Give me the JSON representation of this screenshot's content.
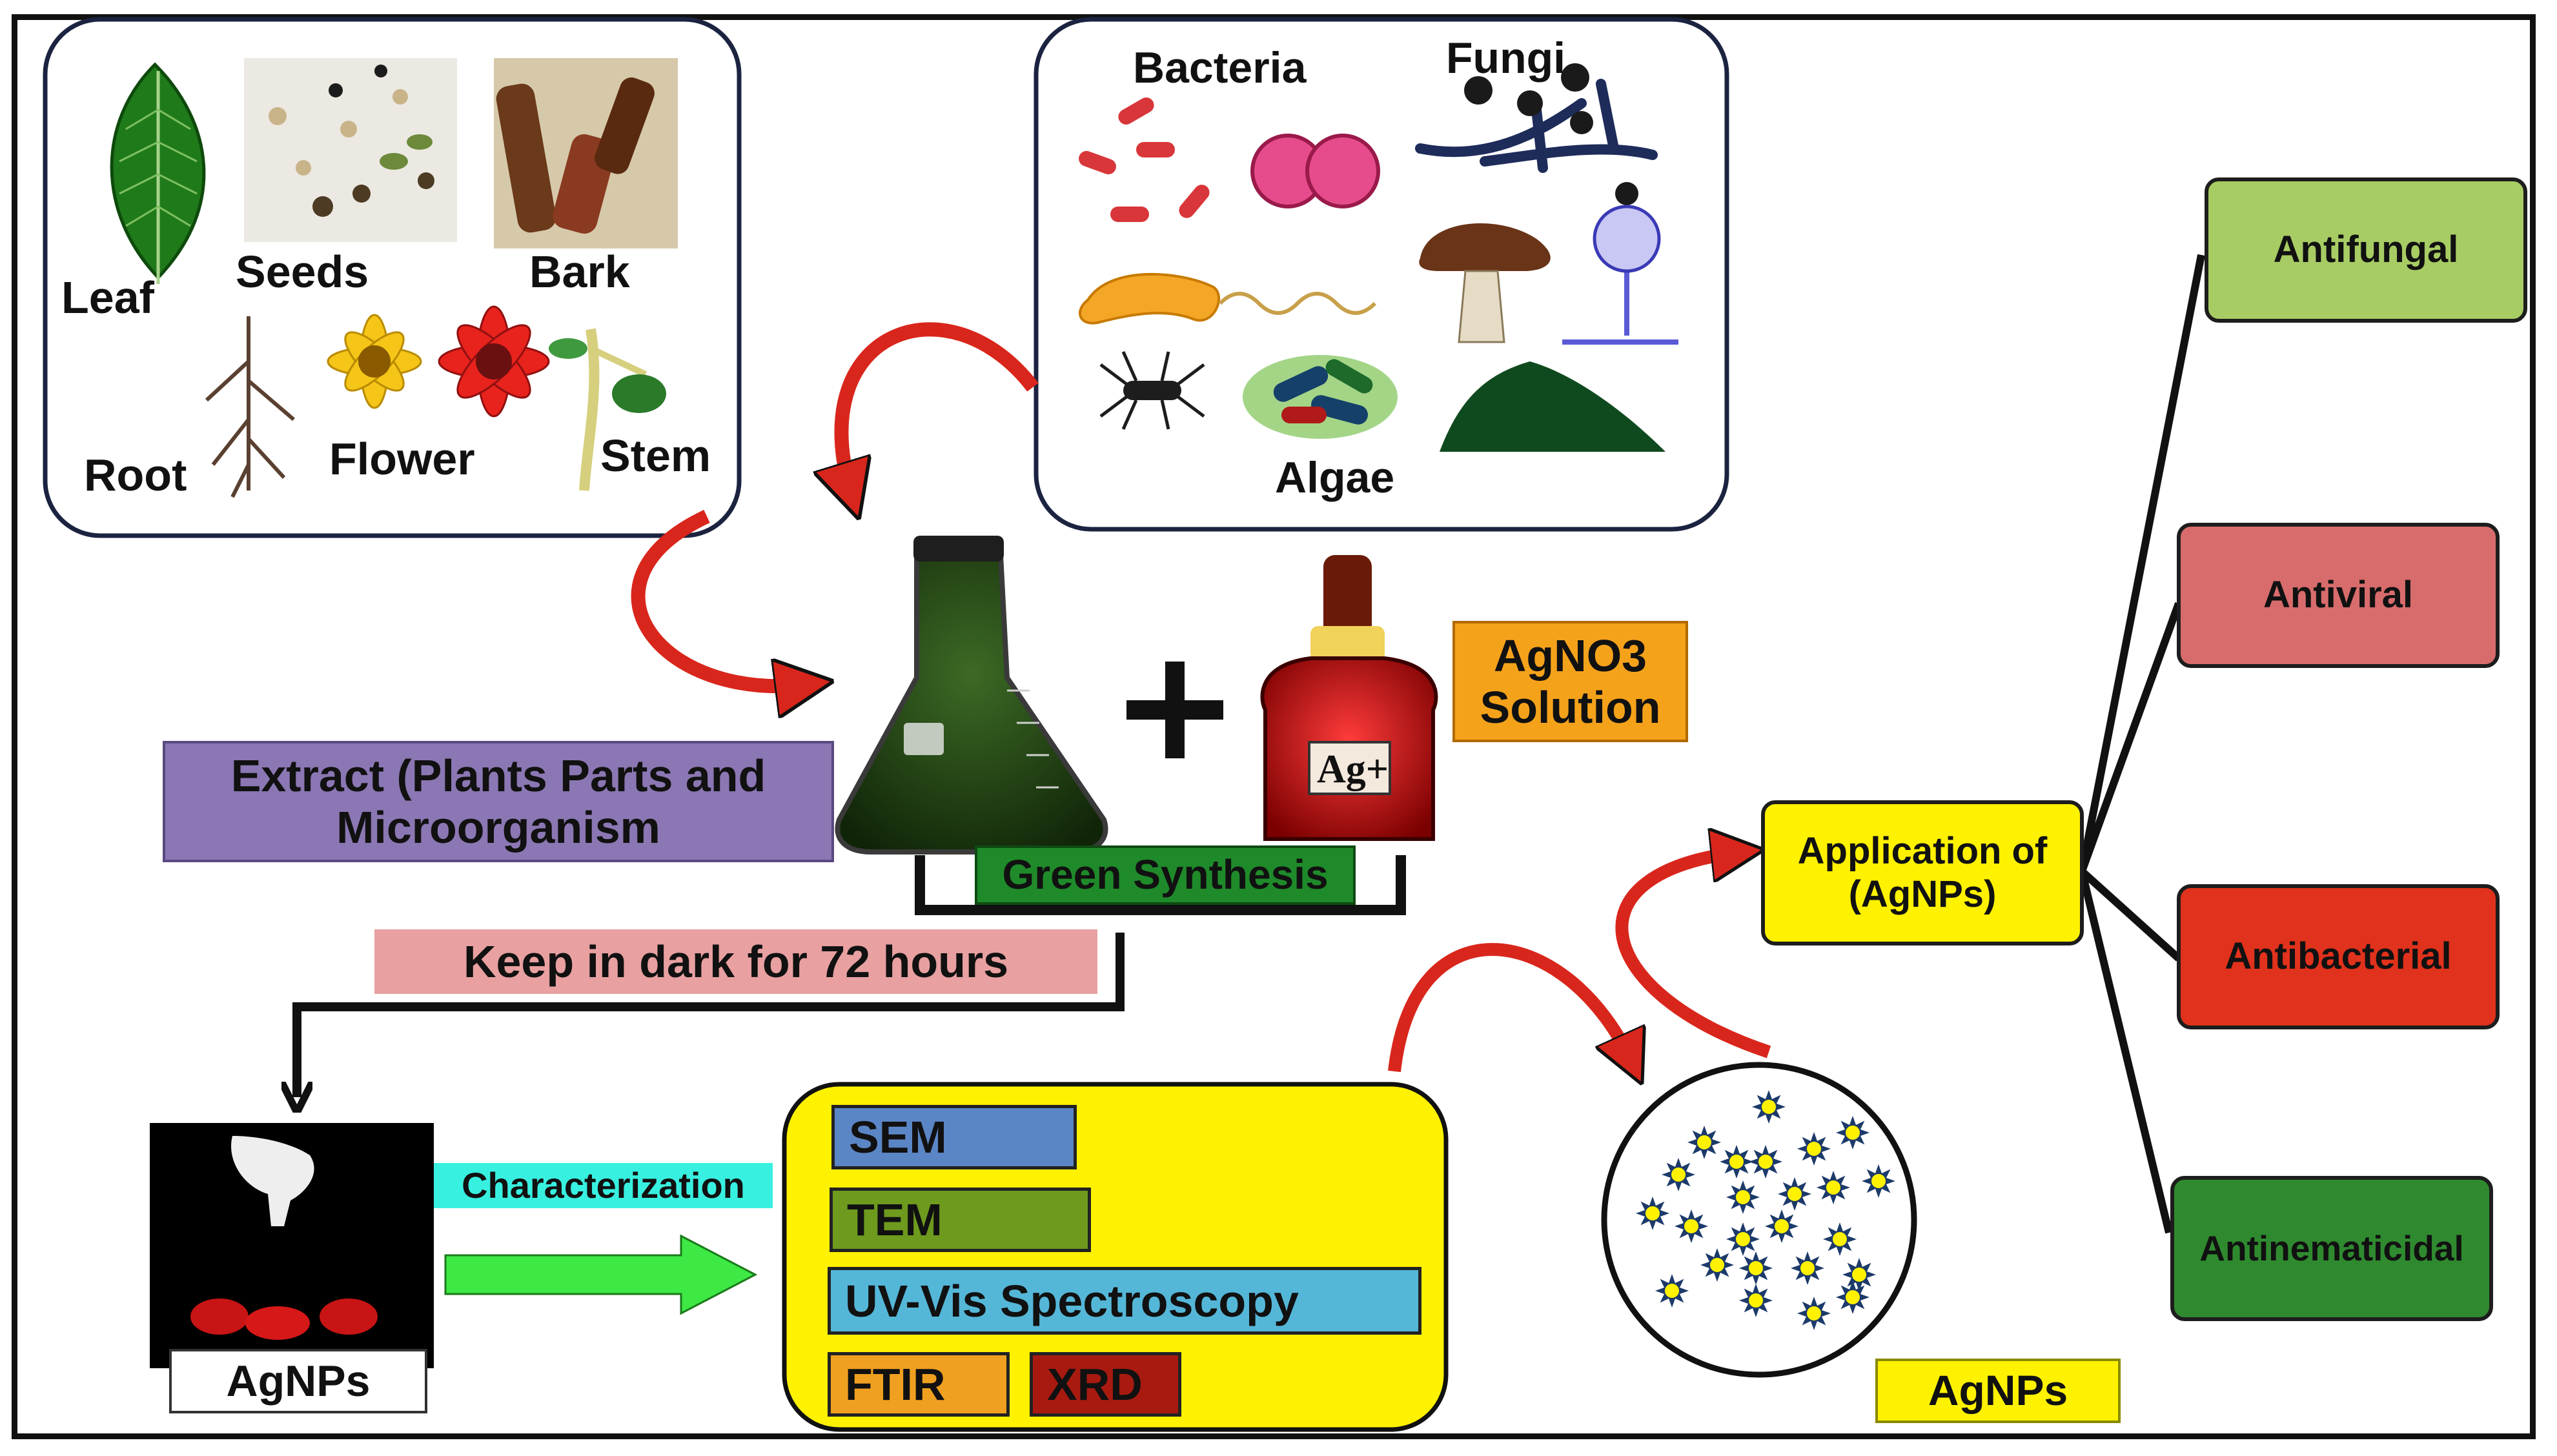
{
  "sources": {
    "plants": [
      "Leaf",
      "Seeds",
      "Bark",
      "Root",
      "Flower",
      "Stem"
    ],
    "microorganisms": [
      "Bacteria",
      "Fungi",
      "Algae"
    ]
  },
  "extract_label": "Extract (Plants Parts and Microorganism",
  "agno3_label": "AgNO3 Solution",
  "reagent_label": "Ag+",
  "green_synthesis_label": "Green Synthesis",
  "keep_dark_label": "Keep in dark for  72 hours",
  "agnps_sample_label": "AgNPs",
  "characterization_label": "Characterization",
  "techniques": [
    "SEM",
    "TEM",
    "UV-Vis Spectroscopy",
    "FTIR",
    "XRD"
  ],
  "agnps_particles_label": "AgNPs",
  "application_label": "Application of (AgNPs)",
  "applications": [
    "Antifungal",
    "Antiviral",
    "Antibacterial",
    "Antinematicidal"
  ],
  "colors": {
    "extract_box": "#8b77b3",
    "agno3_box": "#f5a21b",
    "green_synthesis_box": "#1f8a2a",
    "keep_dark_box": "#e8a0a0",
    "characterization_box": "#38f0e0",
    "tech_panel": "#fff200",
    "sem": "#5b86c6",
    "tem": "#6e9a1e",
    "uvvis": "#55b7d8",
    "ftir": "#f0a020",
    "xrd": "#a81a10",
    "antifungal": "#a8cc64",
    "antiviral": "#d86c6c",
    "antibacterial": "#e0321c",
    "antinematicidal": "#2f8a2f",
    "arrow_red": "#d9261c"
  }
}
